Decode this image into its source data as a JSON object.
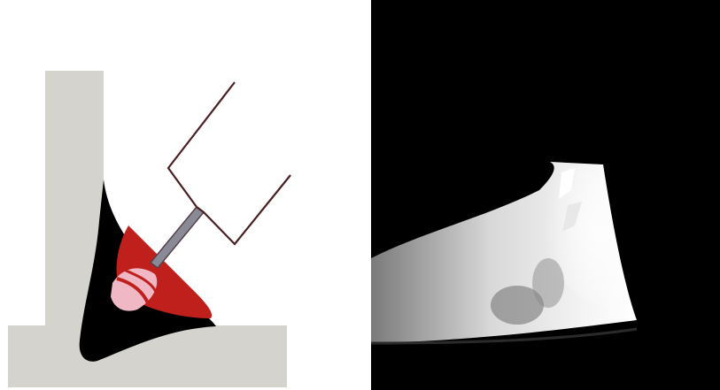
{
  "figure": {
    "left_panel": {
      "kind": "illustration",
      "colors": {
        "background": "#ffffff",
        "base_plate": "#d4d3cd",
        "vertical_plate": "#d4d3cd",
        "weld_bead": "#000000",
        "arc_zone": "#c0201c",
        "weld_pool": "#f0b8c4",
        "torch_outline": "#4a1f22",
        "electrode": "#8a8a96"
      },
      "parts": [
        "vertical-plate",
        "base-plate",
        "weld-bead",
        "arc-zone",
        "weld-pool",
        "electrode",
        "torch-nozzle"
      ]
    },
    "right_panel": {
      "kind": "photograph",
      "colors": {
        "background": "#000000",
        "glow": "#ffffff",
        "mid_glow": "#9a9a9a"
      }
    }
  }
}
